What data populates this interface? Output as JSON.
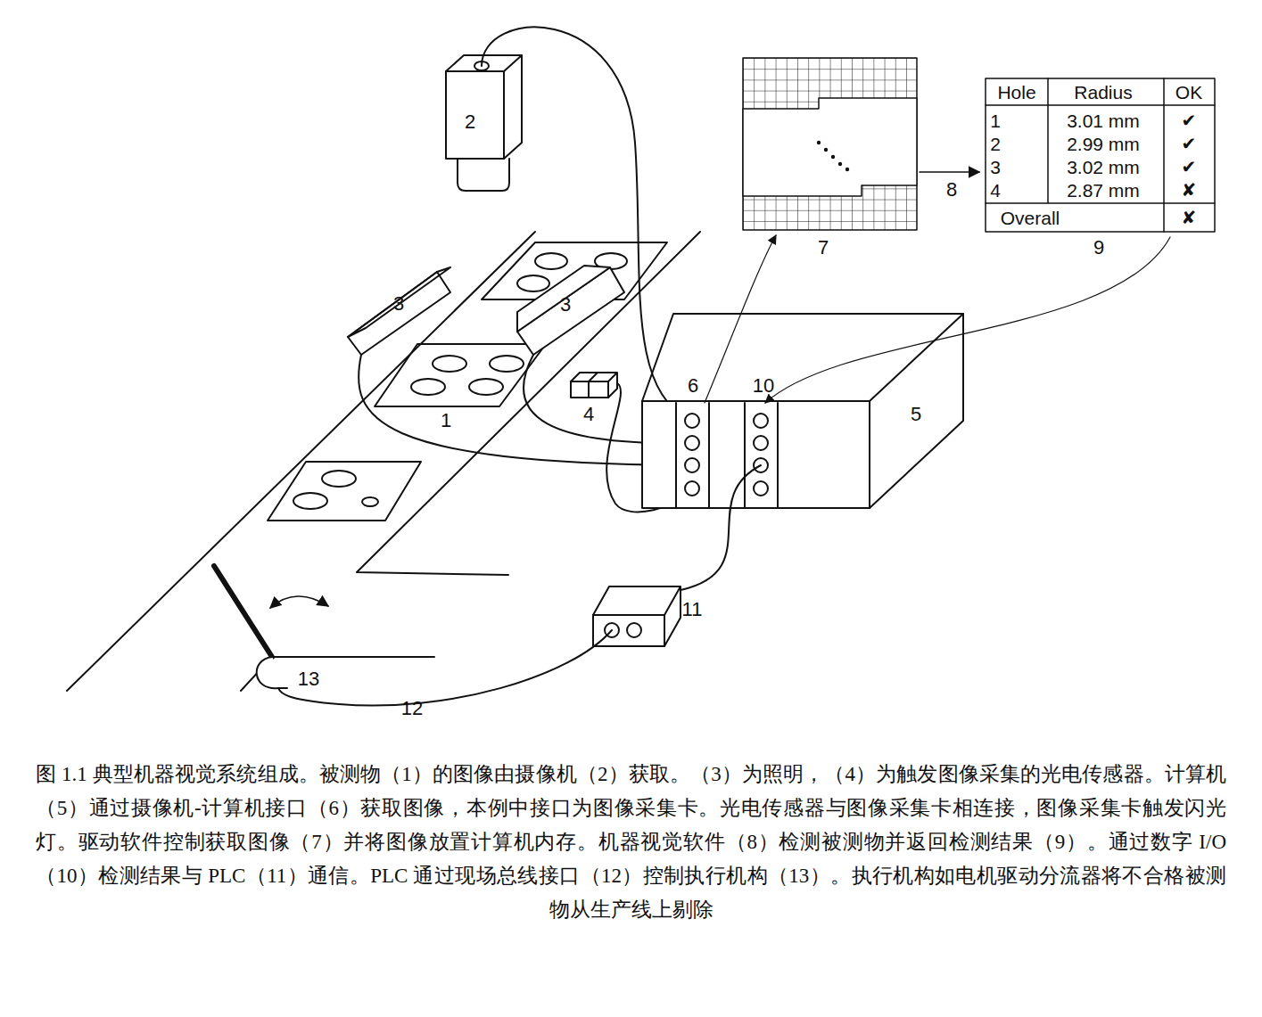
{
  "diagram": {
    "caption": "图 1.1 典型机器视觉系统组成。被测物（1）的图像由摄像机（2）获取。（3）为照明，（4）为触发图像采集的光电传感器。计算机（5）通过摄像机-计算机接口（6）获取图像，本例中接口为图像采集卡。光电传感器与图像采集卡相连接，图像采集卡触发闪光灯。驱动软件控制获取图像（7）并将图像放置计算机内存。机器视觉软件（8）检测被测物并返回检测结果（9）。通过数字 I/O （10）检测结果与 PLC（11）通信。PLC 通过现场总线接口（12）控制执行机构（13）。执行机构如电机驱动分流器将不合格被测物从生产线上剔除",
    "labels": [
      "2",
      "3",
      "3",
      "1",
      "4",
      "6",
      "10",
      "5",
      "7",
      "8",
      "9",
      "11",
      "12",
      "13",
      "Hole",
      "Radius",
      "OK",
      "1",
      "3.01 mm",
      "✔",
      "2",
      "2.99 mm",
      "✔",
      "3",
      "3.02 mm",
      "✔",
      "4",
      "2.87 mm",
      "✘",
      "Overall",
      "✘"
    ]
  }
}
